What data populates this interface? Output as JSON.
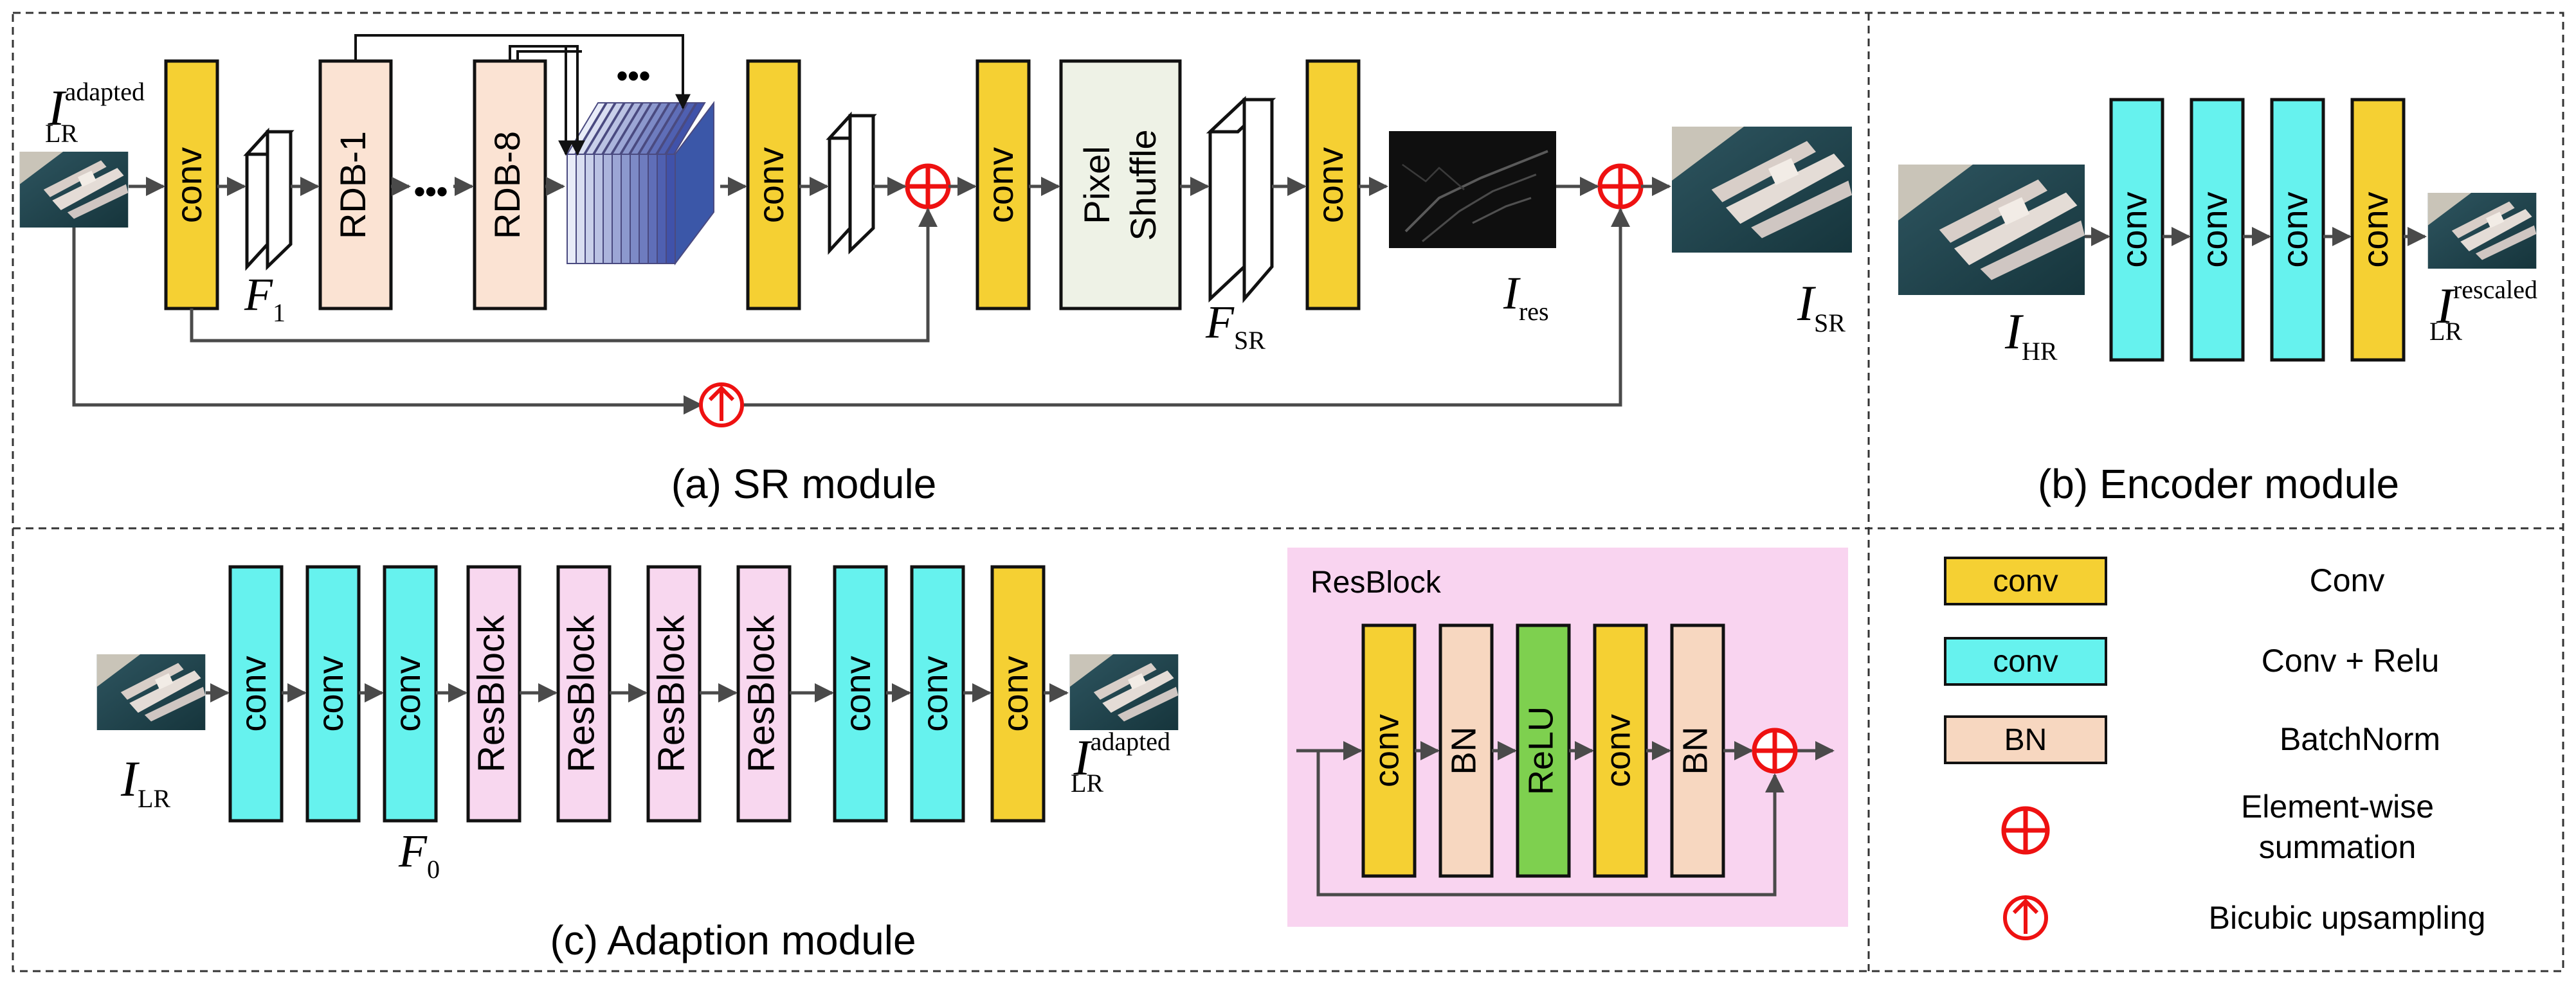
{
  "colors": {
    "conv": "#f5d033",
    "conv_relu": "#66f2ee",
    "bn": "#f7d7c0",
    "rdb": "#fbe3d3",
    "resblock": "#f8d7ef",
    "relu": "#7ed04f",
    "pixel_shuffle": "#eef2e6",
    "resblock_panel": "#f9d4f0",
    "red": "#ee1111",
    "arrow": "#4a4a4a"
  },
  "sections": {
    "sr": "(a) SR module",
    "encoder": "(b) Encoder module",
    "adaption": "(c) Adaption module"
  },
  "sr": {
    "conv1": "conv",
    "rdb1": "RDB-1",
    "dots": "•••",
    "rdb8": "RDB-8",
    "concat_dots": "•••",
    "conv2": "conv",
    "conv3": "conv",
    "pixel_shuffle_line1": "Pixel",
    "pixel_shuffle_line2": "Shuffle",
    "conv4": "conv",
    "input": {
      "base": "I",
      "sup": "adapted",
      "sub": "LR"
    },
    "f1": {
      "base": "F",
      "sub": "1"
    },
    "fsr": {
      "base": "F",
      "sub": "SR"
    },
    "ires": {
      "base": "I",
      "sub": "res"
    },
    "isr": {
      "base": "I",
      "sub": "SR"
    }
  },
  "encoder": {
    "convs": [
      "conv",
      "conv",
      "conv",
      "conv"
    ],
    "ihr": {
      "base": "I",
      "sub": "HR"
    },
    "output": {
      "base": "I",
      "sup": "rescaled",
      "sub": "LR"
    }
  },
  "adaption": {
    "blocks": [
      "conv",
      "conv",
      "conv",
      "ResBlock",
      "ResBlock",
      "ResBlock",
      "ResBlock",
      "conv",
      "conv",
      "conv"
    ],
    "ilr": {
      "base": "I",
      "sub": "LR"
    },
    "f0": {
      "base": "F",
      "sub": "0"
    },
    "output": {
      "base": "I",
      "sup": "adapted",
      "sub": "LR"
    }
  },
  "resblock_panel": {
    "title": "ResBlock",
    "blocks": [
      "conv",
      "BN",
      "ReLU",
      "conv",
      "BN"
    ]
  },
  "legend": {
    "items": [
      {
        "swatch_label": "conv",
        "desc": "Conv"
      },
      {
        "swatch_label": "conv",
        "desc": "Conv + Relu"
      },
      {
        "swatch_label": "BN",
        "desc": "BatchNorm"
      }
    ],
    "sum_line1": "Element-wise",
    "sum_line2": "summation",
    "upsample": "Bicubic upsampling"
  }
}
